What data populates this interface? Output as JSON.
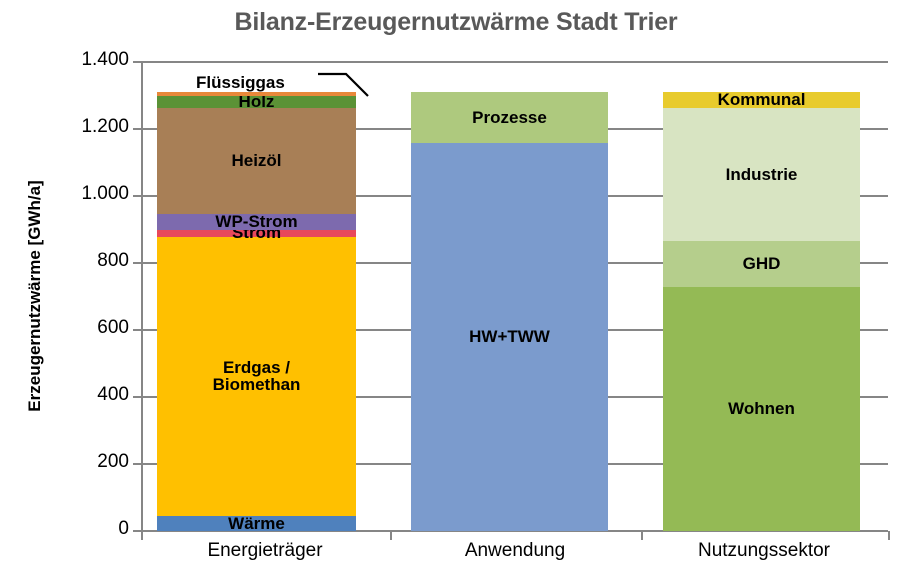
{
  "chart_data": {
    "type": "bar",
    "subtype": "stacked",
    "title": "Bilanz-Erzeugernutzwärme Stadt Trier",
    "xlabel": "",
    "ylabel": "Erzeugernutzwärme [GWh/a]",
    "ylim": [
      0,
      1400
    ],
    "ytick_step": 200,
    "ytick_labels": [
      "0",
      "200",
      "400",
      "600",
      "800",
      "1.000",
      "1.200",
      "1.400"
    ],
    "ytick_values": [
      0,
      200,
      400,
      600,
      800,
      1000,
      1200,
      1400
    ],
    "grid": true,
    "legend": "none (segments labelled in place)",
    "categories": [
      "Energieträger",
      "Anwendung",
      "Nutzungssektor"
    ],
    "columns": [
      {
        "category": "Energieträger",
        "total": 1295,
        "segments": [
          {
            "name": "Wärme",
            "label": "Wärme",
            "value": 45,
            "color": "#4F81BD"
          },
          {
            "name": "Erdgas / Biomethan",
            "label": "Erdgas /\nBiomethan",
            "value": 833,
            "color": "#FFC000"
          },
          {
            "name": "Strom",
            "label": "Strom",
            "value": 21,
            "color": "#E8485B"
          },
          {
            "name": "WP-Strom",
            "label": "WP-Strom",
            "value": 48,
            "color": "#7D6AAE"
          },
          {
            "name": "Heizöl",
            "label": "Heizöl",
            "value": 316,
            "color": "#A87F56"
          },
          {
            "name": "Holz",
            "label": "Holz",
            "value": 36,
            "color": "#5B9236"
          },
          {
            "name": "Flüssiggas",
            "label": "Flüssiggas",
            "value": 12,
            "color": "#E8883A"
          }
        ]
      },
      {
        "category": "Anwendung",
        "total": 1310,
        "segments": [
          {
            "name": "HW+TWW",
            "label": "HW+TWW",
            "value": 1158,
            "color": "#7B9BCD"
          },
          {
            "name": "Prozesse",
            "label": "Prozesse",
            "value": 152,
            "color": "#AEC97E"
          }
        ]
      },
      {
        "category": "Nutzungssektor",
        "total": 1310,
        "segments": [
          {
            "name": "Wohnen",
            "label": "Wohnen",
            "value": 728,
            "color": "#94BA55"
          },
          {
            "name": "GHD",
            "label": "GHD",
            "value": 137,
            "color": "#B5CE8C"
          },
          {
            "name": "Industrie",
            "label": "Industrie",
            "value": 397,
            "color": "#D8E4C2"
          },
          {
            "name": "Kommunal",
            "label": "Kommunal",
            "value": 48,
            "color": "#E8CB2D"
          }
        ]
      }
    ],
    "annotations": [
      {
        "name": "fluessiggas-callout",
        "text": "Flüssiggas",
        "points_to": "Flüssiggas segment of Energieträger bar"
      }
    ],
    "colors": {
      "title": "#595959",
      "axis": "#868686",
      "text": "#000000",
      "background": "#FFFFFF"
    }
  },
  "axis": {
    "y_title": "Erzeugernutzwärme [GWh/a]"
  }
}
